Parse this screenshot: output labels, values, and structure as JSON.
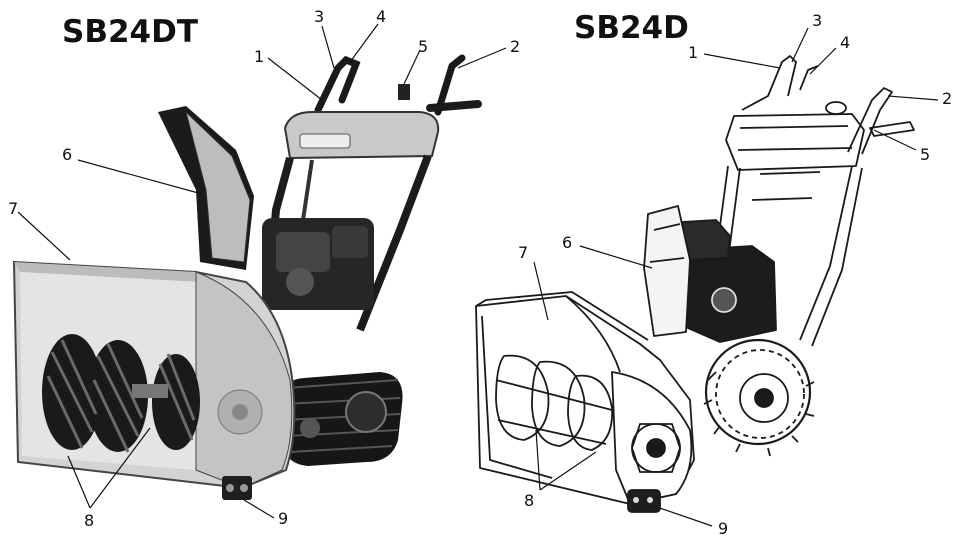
{
  "models": [
    {
      "id": "left",
      "title": "SB24DT"
    },
    {
      "id": "right",
      "title": "SB24D"
    }
  ],
  "callouts": {
    "left": [
      "1",
      "2",
      "3",
      "4",
      "5",
      "6",
      "7",
      "8",
      "9"
    ],
    "right": [
      "1",
      "2",
      "3",
      "4",
      "5",
      "6",
      "7",
      "8",
      "9"
    ]
  }
}
